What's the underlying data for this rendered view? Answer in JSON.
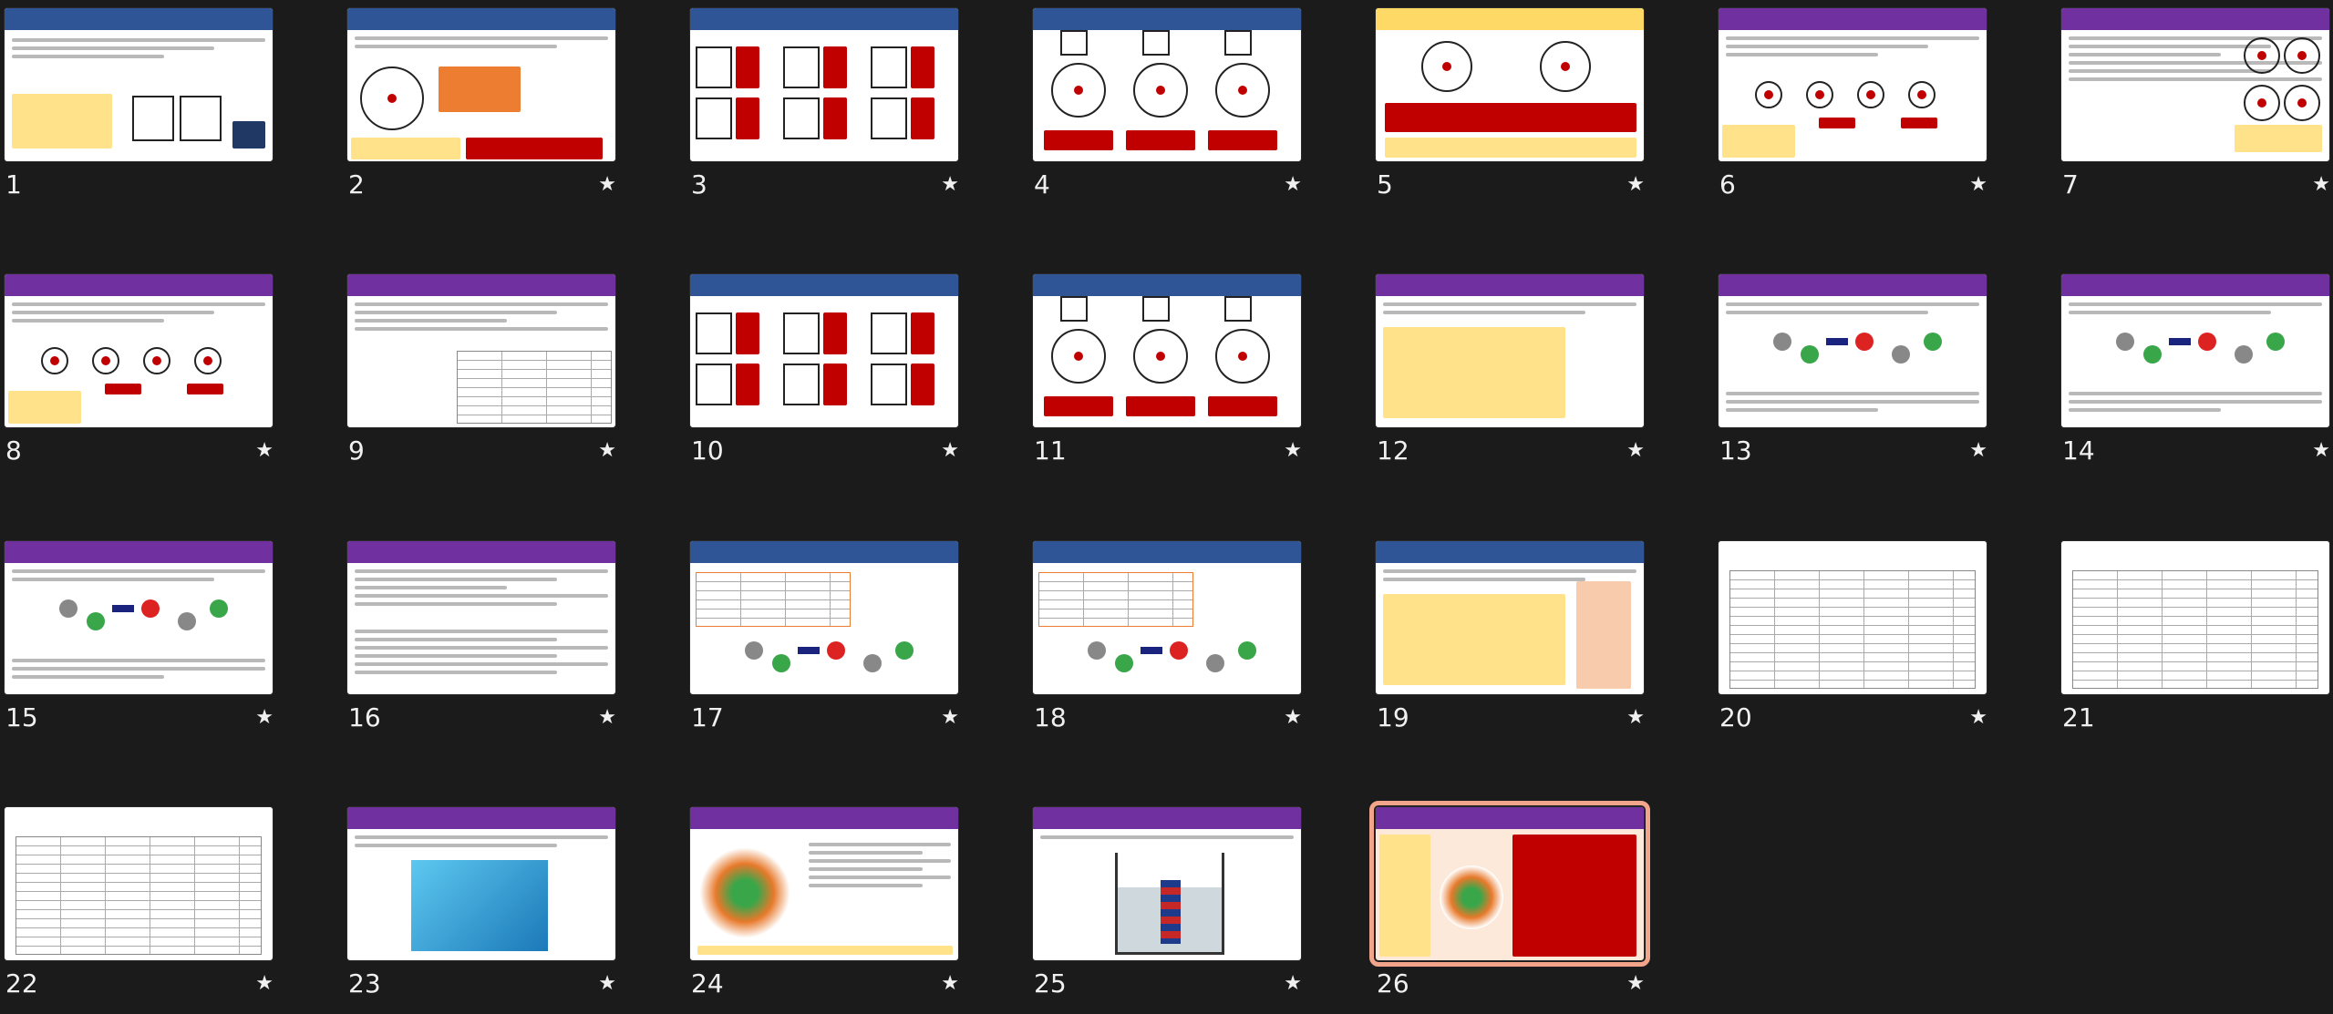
{
  "app": {
    "view": "slide-sorter"
  },
  "colors": {
    "background": "#1b1b1b",
    "purple_header": "#7030a0",
    "blue_header": "#2f5597",
    "yellow_header": "#ffd966",
    "red_box": "#c00000",
    "selected_outline": "#f2a58a"
  },
  "slides": [
    {
      "number": "1",
      "title": "Ionic Bonding, Structure and Properties",
      "header_color": "#2f5597",
      "kind": "title",
      "has_star": false
    },
    {
      "number": "2",
      "title": "RECALL 1: Atomic Structure",
      "header_color": "#2f5597",
      "kind": "atom",
      "has_star": true
    },
    {
      "number": "3",
      "title": "RECALL 2: Mass and atomic number",
      "header_color": "#2f5597",
      "kind": "symbols",
      "has_star": true
    },
    {
      "number": "4",
      "title": "RECALL 3: Electron shell diagrams",
      "header_color": "#2f5597",
      "kind": "shells",
      "has_star": true
    },
    {
      "number": "5",
      "title": "DO NOW: Draw the electronic configuration for the following atoms: 1. Na (sodium) 2. Cl (chlorine)",
      "header_color": "#ffd966",
      "kind": "donow",
      "has_star": true
    },
    {
      "number": "6",
      "title": "Introduction to BONDING",
      "header_color": "#7030a0",
      "kind": "text-atoms",
      "has_star": true
    },
    {
      "number": "7",
      "title": "IONS are CHARGED ATOMS",
      "header_color": "#7030a0",
      "kind": "ions",
      "has_star": true
    },
    {
      "number": "8",
      "title": "What is IONIC BONDING?",
      "header_color": "#7030a0",
      "kind": "text-atoms",
      "has_star": true
    },
    {
      "number": "9",
      "title": "IONS and the PERIODIC TABLE",
      "header_color": "#7030a0",
      "kind": "periodic",
      "has_star": true
    },
    {
      "number": "10",
      "title": "PROGRESS CHECK QUESTIONS 1: IONS",
      "header_color": "#2f5597",
      "kind": "symbols",
      "has_star": true
    },
    {
      "number": "11",
      "title": "PROGRESS CHECK QUESTIONS 2: IONIC BONDING",
      "header_color": "#2f5597",
      "kind": "shells",
      "has_star": true
    },
    {
      "number": "12",
      "title": "How to write the formula of an ionic compound",
      "header_color": "#7030a0",
      "kind": "text-yellow",
      "has_star": true
    },
    {
      "number": "13",
      "title": "What is the ratio of ions?",
      "header_color": "#7030a0",
      "kind": "balls",
      "has_star": true
    },
    {
      "number": "14",
      "title": "What is the chemical formulae?",
      "header_color": "#7030a0",
      "kind": "balls",
      "has_star": true
    },
    {
      "number": "15",
      "title": "What is the chemical formulae?",
      "header_color": "#7030a0",
      "kind": "balls",
      "has_star": true
    },
    {
      "number": "16",
      "title": "COMPOUND IONS",
      "header_color": "#7030a0",
      "kind": "text",
      "has_star": true
    },
    {
      "number": "17",
      "title": "QUICK CHECK 1",
      "header_color": "#2f5597",
      "kind": "table-balls",
      "has_star": true
    },
    {
      "number": "18",
      "title": "QUICK CHECK 2",
      "header_color": "#2f5597",
      "kind": "table-balls",
      "has_star": true
    },
    {
      "number": "19",
      "title": "PROGRESS CHECK 3: Balancing ions",
      "header_color": "#2f5597",
      "kind": "text-yellow",
      "has_star": true
    },
    {
      "number": "20",
      "title": "",
      "header_color": "#ffffff",
      "kind": "table",
      "has_star": true
    },
    {
      "number": "21",
      "title": "",
      "header_color": "#ffffff",
      "kind": "table",
      "has_star": false
    },
    {
      "number": "22",
      "title": "",
      "header_color": "#ffffff",
      "kind": "table",
      "has_star": true
    },
    {
      "number": "23",
      "title": "Why do ionic compounds form crystals?",
      "header_color": "#7030a0",
      "kind": "crystal",
      "has_star": true
    },
    {
      "number": "24",
      "title": "What is a giant ionic lattice structure?",
      "header_color": "#7030a0",
      "kind": "lattice",
      "has_star": true
    },
    {
      "number": "25",
      "title": "Ionic Structures are SOLUBLE",
      "header_color": "#7030a0",
      "kind": "beaker",
      "has_star": true
    },
    {
      "number": "26",
      "title": "EXAM PRACTICE: Explain why ionic compounds have high melting and boiling points (3 marks).",
      "header_color": "#7030a0",
      "kind": "exam",
      "has_star": true,
      "selected": true
    }
  ]
}
